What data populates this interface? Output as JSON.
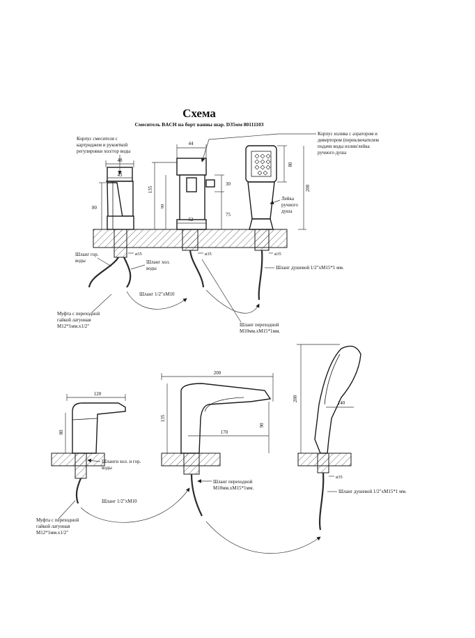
{
  "header": {
    "title": "Схема",
    "subtitle": "Смеситель BACH на борт ванны шар. D35мм 80111103"
  },
  "top": {
    "labels": {
      "body_mixer": [
        "Корпус смесителя с",
        "картриджем и рукояткой",
        "регулировки хол/гор воды"
      ],
      "body_spout": [
        "Корпус излива с аэратором и",
        "дивертором (переключателем",
        "подачи воды излив/лейка",
        "ручного душа"
      ],
      "shower_head": [
        "Лейка",
        "ручного",
        "душа"
      ],
      "hose_hot": [
        "Шланг гор.",
        "воды"
      ],
      "hose_cold": [
        "Шланг хол.",
        "воды"
      ],
      "hose_half": "Шланг 1/2\"хМ10",
      "coupling": [
        "Муфта с переходной",
        "гайкой латунная",
        "М12*1мм.х1/2\""
      ],
      "hose_adapter": [
        "Шланг переходной",
        "М10мм.хМ15*1мм."
      ],
      "hose_shower": "Шланг душевой 1/2\"хМ15*1 мм.",
      "dia1": "ø35",
      "dia2": "ø35",
      "dia3": "ø35"
    },
    "dims": {
      "d48": "48",
      "d43": "43",
      "d80": "80",
      "d44": "44",
      "d135": "135",
      "d99": "99",
      "d30": "30",
      "d75": "75",
      "d52": "52",
      "d80b": "80",
      "d200": "200"
    }
  },
  "bottom": {
    "labels": {
      "hoses_cold_hot": [
        "Шланги хол. и гор.",
        "воды"
      ],
      "hose_half": "Шланг 1/2\"хМ10",
      "coupling": [
        "Муфта с переходной",
        "гайкой латунная",
        "М12*1мм.х1/2\""
      ],
      "hose_adapter": [
        "Шланг переходной",
        "М10мм.хМ15*1мм."
      ],
      "hose_shower": "Шланг душевой 1/2\"хМ15*1 мм.",
      "dia": "ø35"
    },
    "dims": {
      "d120": "120",
      "d80": "80",
      "d200": "200",
      "d135": "135",
      "d90": "90",
      "d170": "170",
      "d200b": "200",
      "d140": "140"
    }
  },
  "colors": {
    "ink": "#1a1a1a",
    "paper": "#ffffff"
  }
}
